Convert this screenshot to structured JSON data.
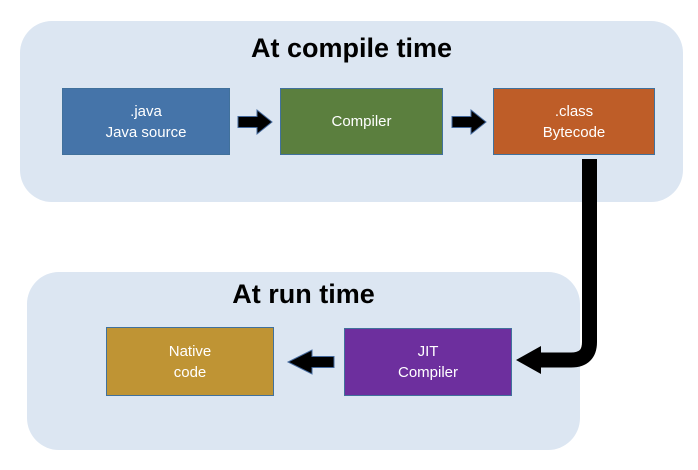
{
  "compile": {
    "title": "At compile time",
    "boxes": [
      {
        "name": "java-source",
        "lines": [
          ".java",
          "Java source"
        ],
        "fill": "#4574a9"
      },
      {
        "name": "compiler",
        "lines": [
          "Compiler"
        ],
        "fill": "#5b7f3e"
      },
      {
        "name": "class-bytecode",
        "lines": [
          ".class",
          "Bytecode"
        ],
        "fill": "#be5d28"
      }
    ]
  },
  "runtime": {
    "title": "At run time",
    "boxes": [
      {
        "name": "native-code",
        "lines": [
          "Native",
          "code"
        ],
        "fill": "#bf9434"
      },
      {
        "name": "jit-compiler",
        "lines": [
          "JIT",
          "Compiler"
        ],
        "fill": "#6d2f9e"
      }
    ]
  },
  "colors": {
    "background": "#ffffff",
    "panel_fill": "#dce6f2",
    "box_border": "#41719c",
    "box_text": "#ffffff",
    "title_text": "#000000",
    "arrow_fill": "#000000",
    "arrow_outline": "#44699d"
  }
}
